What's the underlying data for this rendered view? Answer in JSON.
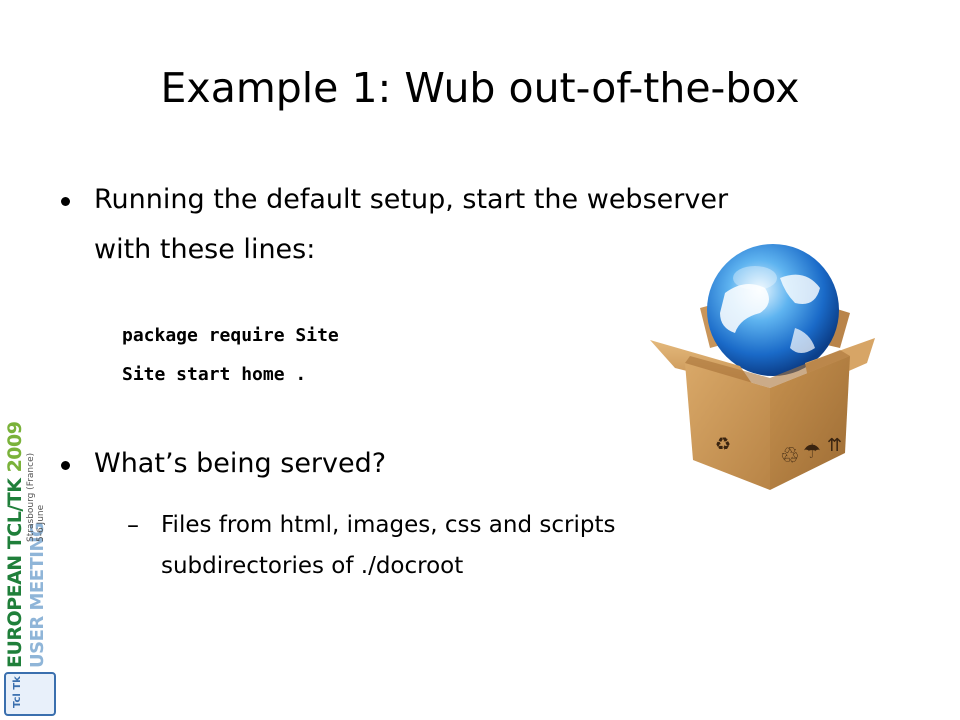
{
  "slide": {
    "title": "Example 1: Wub out-of-the-box",
    "bullet1": {
      "line1": "Running the default setup, start the webserver",
      "line2": "with these lines:"
    },
    "code": {
      "line1": "package require Site",
      "line2": "Site start home ."
    },
    "bullet2": "What’s being served?",
    "sub": {
      "dash": "–",
      "line1": "Files from html, images, css and scripts",
      "line2": "subdirectories of ./docroot"
    }
  },
  "logo": {
    "line1_main": "EUROPEAN TCL/TK ",
    "line1_year": "2009",
    "line2": "USER MEETING",
    "small1": "Strasbourg (France)",
    "small2": "5-6 June",
    "box_label": "Tcl Tk"
  },
  "illustration": {
    "icon": "globe-in-box-icon"
  }
}
